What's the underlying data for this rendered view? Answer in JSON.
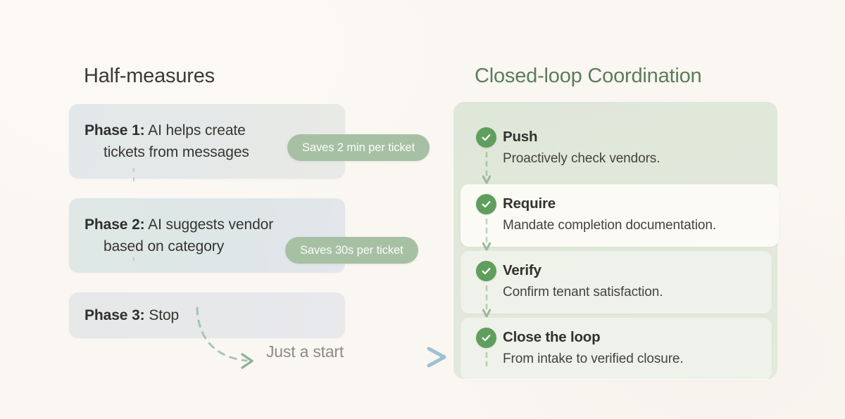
{
  "background_color": "#faf6f1",
  "left": {
    "heading": "Half-measures",
    "heading_color": "#3a3a38",
    "phases": [
      {
        "label": "Phase 1:",
        "text_line1": " AI helps create",
        "text_line2": "tickets from messages",
        "pill": "Saves 2 min per ticket"
      },
      {
        "label": "Phase 2:",
        "text_line1": " AI suggests vendor",
        "text_line2": "based on category",
        "pill": "Saves 30s per ticket"
      },
      {
        "label": "Phase 3:",
        "text_line1": " Stop",
        "text_line2": "",
        "pill": ""
      }
    ],
    "footer": {
      "label": "Just a start",
      "label_color": "#8b8b88",
      "curve_arrow_color": "#9dbfa6",
      "straight_arrow_color": "#a8c6d8"
    }
  },
  "right": {
    "heading": "Closed-loop Coordination",
    "heading_color": "#5b7d5b",
    "panel_color": "#e1e8db",
    "check_color": "#5f9e5c",
    "items": [
      {
        "icon": "check-circle-icon",
        "title": "Push",
        "desc": "Proactively check vendors."
      },
      {
        "icon": "check-circle-icon",
        "title": "Require",
        "desc": "Mandate completion documentation."
      },
      {
        "icon": "check-circle-icon",
        "title": "Verify",
        "desc": "Confirm tenant satisfaction."
      },
      {
        "icon": "check-circle-icon",
        "title": "Close the loop",
        "desc": "From intake to verified closure."
      }
    ]
  },
  "pill_color": "#a6c0a3"
}
